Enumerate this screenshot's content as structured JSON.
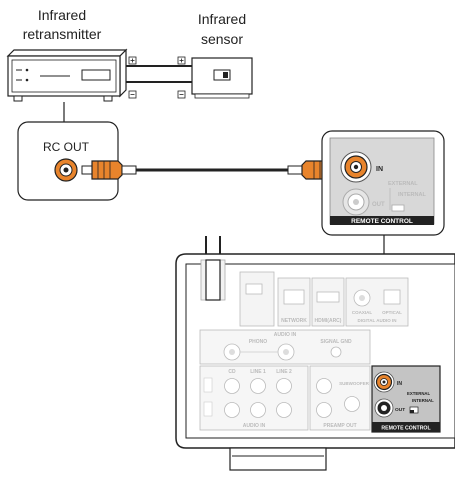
{
  "labels": {
    "retransmitter_line1": "Infrared",
    "retransmitter_line2": "retransmitter",
    "sensor_line1": "Infrared",
    "sensor_line2": "sensor",
    "rc_out": "RC OUT"
  },
  "remote_callout": {
    "in_label": "IN",
    "out_label": "OUT",
    "external_label": "EXTERNAL",
    "internal_label": "INTERNAL",
    "footer": "REMOTE CONTROL"
  },
  "rear_panel": {
    "in_label": "IN",
    "out_label": "OUT",
    "external_label": "EXTERNAL",
    "internal_label": "INTERNAL",
    "footer": "REMOTE CONTROL",
    "audio_in_top": "AUDIO IN",
    "phono": "PHONO",
    "signal_gnd": "SIGNAL GND",
    "cd": "CD",
    "line1": "LINE 1",
    "line2": "LINE 2",
    "audio_in_bottom": "AUDIO IN",
    "preamp_out": "PREAMP OUT",
    "network": "NETWORK",
    "hdmi_arc": "HDMI(ARC)",
    "coaxial": "COAXIAL",
    "optical": "OPTICAL",
    "digital_audio_in": "DIGITAL AUDIO IN",
    "subwoofer": "SUBWOOFER"
  },
  "colors": {
    "rca_orange": "#e8842c",
    "outline": "#222222",
    "panel_gray": "#bdbdbd",
    "label_bar": "#222222"
  }
}
